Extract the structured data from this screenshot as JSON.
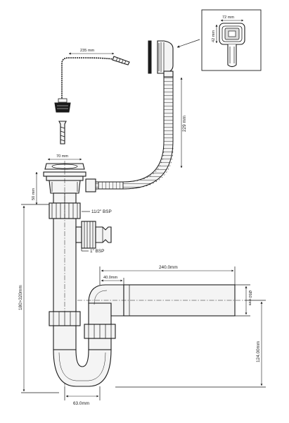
{
  "dimensions": {
    "inset_width": "72 mm",
    "inset_height": "42 mm",
    "chain_length": "235 mm",
    "hose_length": "229 mm",
    "strainer_diameter": "70 mm",
    "strainer_height": "50 mm",
    "thread_main": "11/2\" BSP",
    "thread_inlet": "1\" BSP",
    "overall_height": "180>320mm",
    "outlet_length": "240.0mm",
    "outlet_offset": "40.0mm",
    "outlet_diameter": "Ø50 mm",
    "outlet_height": "124.00mm",
    "trap_width": "63.0mm"
  },
  "colors": {
    "line": "#1a1a1a",
    "part_fill": "#f4f4f4",
    "background": "#ffffff"
  }
}
